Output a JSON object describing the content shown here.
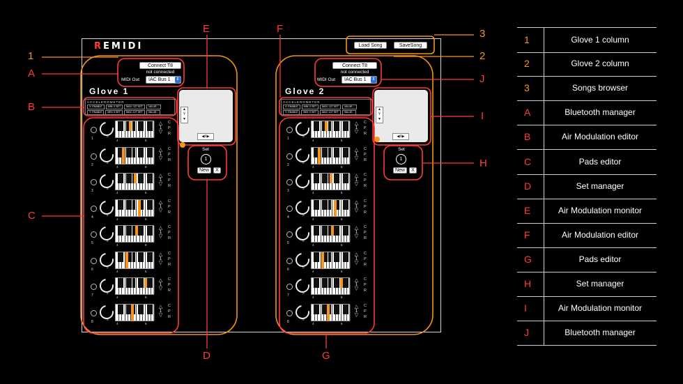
{
  "app": {
    "logo": "REMIDI",
    "load_song": "Load Song",
    "save_song": "SaveSong"
  },
  "gloves": [
    {
      "title": "Glove 1",
      "connect_label": "Connect T8",
      "status": "not connected",
      "midi_out_label": "MIDI Out",
      "midi_out_value": "IAC Bus 1",
      "accel_label": "ACCELEROMETER",
      "accel_rows": [
        [
          "X: ENABLE",
          "MIN: 0 SET",
          "MAX: 127 SET",
          "VALUE: -"
        ],
        [
          "Y: ENABLE",
          "MIN: 0 SET",
          "MAX: 127 SET",
          "VALUE: -"
        ]
      ],
      "set_label": "Set",
      "set_value": "1",
      "new_label": "New",
      "delete_label": "X",
      "monitor_y": "Y",
      "monitor_x": "X"
    },
    {
      "title": "Glove 2",
      "connect_label": "Connect T8",
      "status": "not connected",
      "midi_out_label": "MIDI Out",
      "midi_out_value": "IAC Bus 1",
      "accel_label": "ACCELEROMETER",
      "accel_rows": [
        [
          "X: ENABLE",
          "MIN: 0 SET",
          "MAX: 127 SET",
          "VALUE: -"
        ],
        [
          "Y: ENABLE",
          "MIN: 0 SET",
          "MAX: 127 SET",
          "VALUE: -"
        ]
      ],
      "set_label": "Set",
      "set_value": "1",
      "new_label": "New",
      "delete_label": "X",
      "monitor_y": "Y",
      "monitor_x": "X"
    }
  ],
  "pads": {
    "numbers": [
      "1",
      "2",
      "3",
      "4",
      "5",
      "6",
      "7",
      "8"
    ],
    "knob_zero": "0",
    "octave_value": "1",
    "kb_labels": [
      "4",
      "5"
    ],
    "cpr": [
      "C",
      "P",
      "R"
    ]
  },
  "callouts": {
    "n1": "1",
    "n2": "2",
    "n3": "3",
    "A": "A",
    "B": "B",
    "C": "C",
    "D": "D",
    "E": "E",
    "F": "F",
    "G": "G",
    "H": "H",
    "I": "I",
    "J": "J"
  },
  "legend": [
    {
      "id": "1",
      "text": "Glove 1 column"
    },
    {
      "id": "2",
      "text": "Glove 2 column"
    },
    {
      "id": "3",
      "text": "Songs browser"
    },
    {
      "id": "A",
      "text": "Bluetooth manager"
    },
    {
      "id": "B",
      "text": "Air Modulation editor"
    },
    {
      "id": "C",
      "text": "Pads editor"
    },
    {
      "id": "D",
      "text": "Set manager"
    },
    {
      "id": "E",
      "text": "Air Modulation monitor"
    },
    {
      "id": "F",
      "text": "Air Modulation editor"
    },
    {
      "id": "G",
      "text": "Pads editor"
    },
    {
      "id": "H",
      "text": "Set manager"
    },
    {
      "id": "I",
      "text": "Air Modulation monitor"
    },
    {
      "id": "J",
      "text": "Bluetooth manager"
    }
  ],
  "colors": {
    "orange": "#f7941d",
    "red": "#ff3b3b",
    "highlight": "#f7941d"
  }
}
